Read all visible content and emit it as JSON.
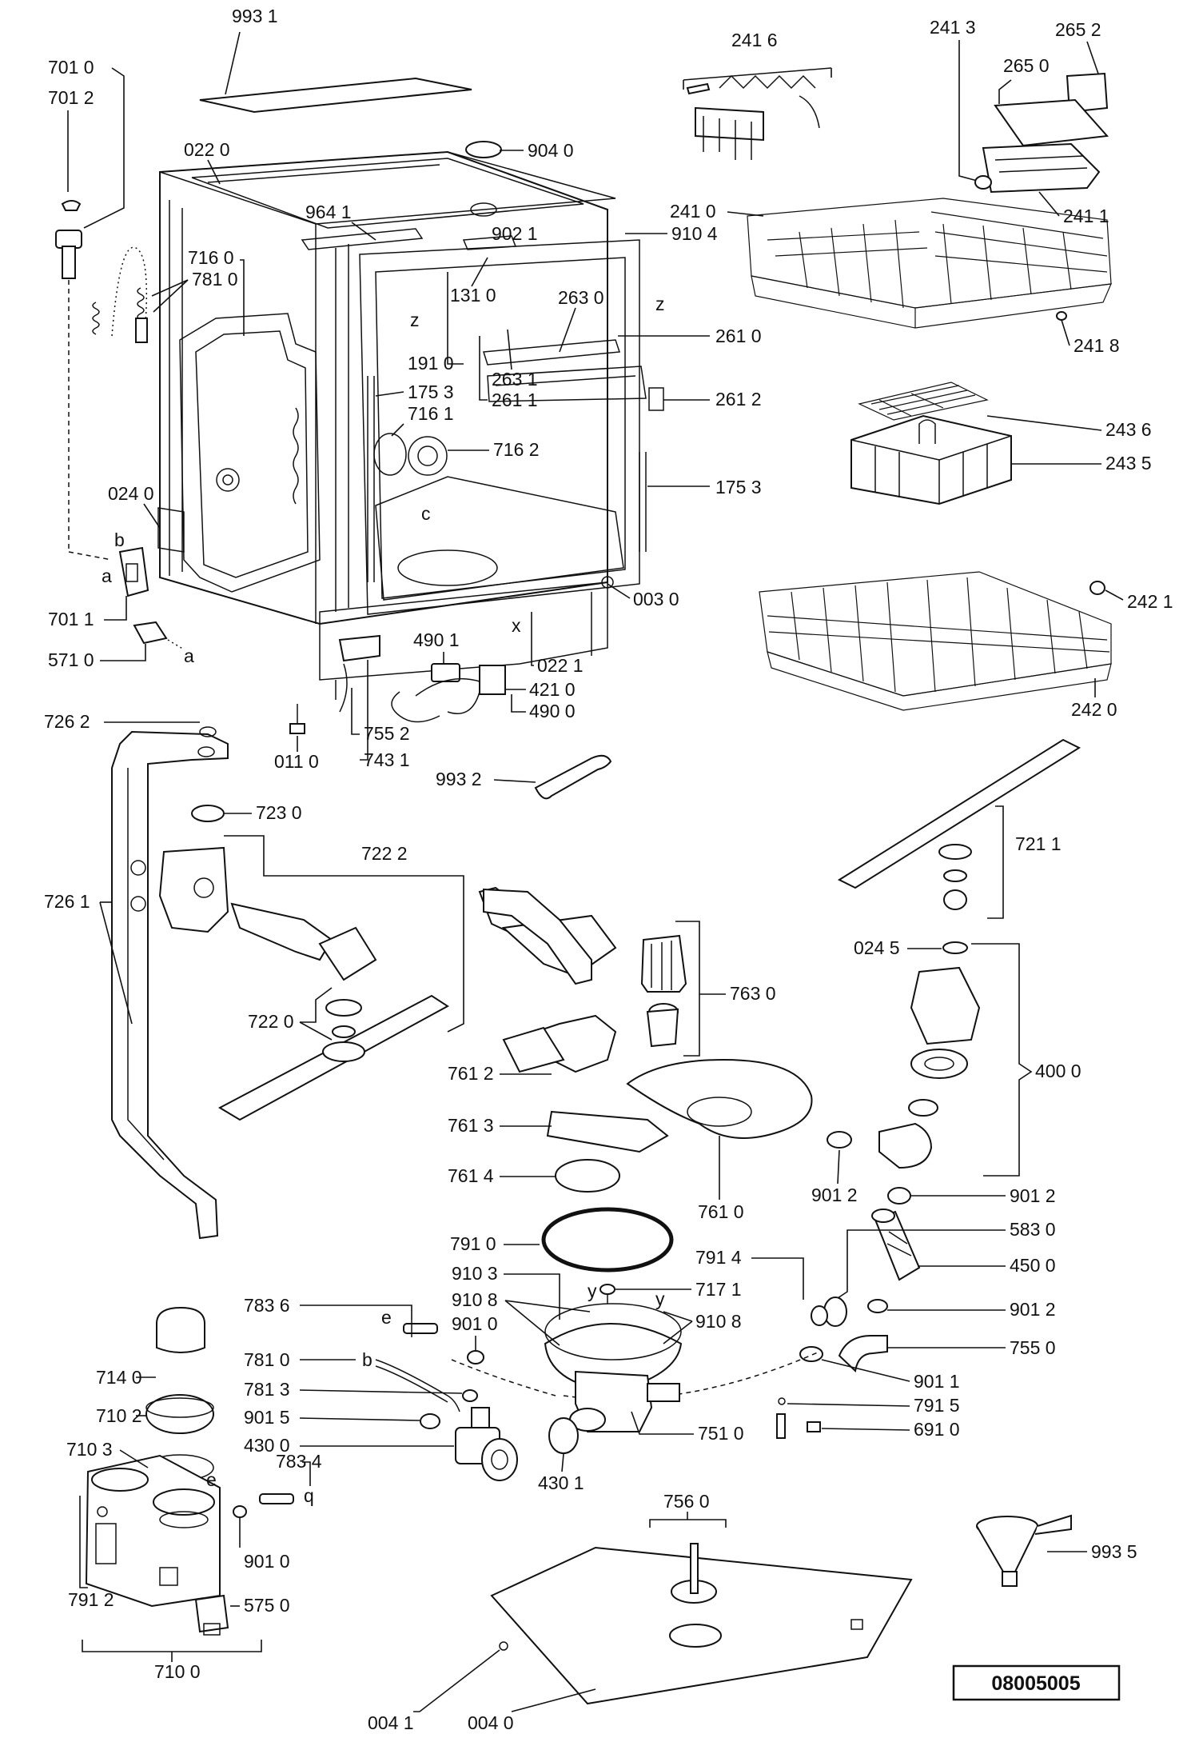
{
  "diagram_id": "08005005",
  "labels": {
    "l9931": "993 1",
    "l7010": "701 0",
    "l7012": "701 2",
    "l0220": "022 0",
    "l9040": "904 0",
    "l9641": "964 1",
    "l9021": "902 1",
    "l9104": "910 4",
    "l7160": "716 0",
    "l7810": "781 0",
    "l1310": "131 0",
    "l2630": "263 0",
    "l2610": "261 0",
    "l1910": "191 0",
    "l2631": "263 1",
    "l1753a": "175 3",
    "l2611": "261 1",
    "l2612": "261 2",
    "l7161": "716 1",
    "l7162": "716 2",
    "l1753b": "175 3",
    "l0240": "024 0",
    "l0030": "003 0",
    "l7011": "701 1",
    "l5710": "571 0",
    "l4901": "490 1",
    "l0221": "022 1",
    "l4210": "421 0",
    "l4900": "490 0",
    "l7262": "726 2",
    "l0110": "011 0",
    "l7552": "755 2",
    "l7431": "743 1",
    "l9932": "993 2",
    "l7230": "723 0",
    "l7222": "722 2",
    "l7261": "726 1",
    "l7220": "722 0",
    "l2416": "241 6",
    "l2413": "241 3",
    "l2652": "265 2",
    "l2650": "265 0",
    "l2410": "241 0",
    "l2411": "241 1",
    "l2418": "241 8",
    "l2436": "243 6",
    "l2435": "243 5",
    "l2421": "242 1",
    "l2420": "242 0",
    "l7211": "721 1",
    "l0245": "024 5",
    "l4000": "400 0",
    "l7630": "763 0",
    "l7612": "761 2",
    "l7613": "761 3",
    "l7614": "761 4",
    "l7610": "761 0",
    "l9012a": "901 2",
    "l9012b": "901 2",
    "l5830": "583 0",
    "l4500": "450 0",
    "l9012c": "901 2",
    "l7550": "755 0",
    "l9011": "901 1",
    "l7915": "791 5",
    "l6910": "691 0",
    "l7910": "791 0",
    "l9103": "910 3",
    "l7171": "717 1",
    "l9108a": "910 8",
    "l9108b": "910 8",
    "l7914": "791 4",
    "l7836": "783 6",
    "l9010a": "901 0",
    "l7140": "714 0",
    "l7810b": "781 0",
    "l7813": "781 3",
    "l7102": "710 2",
    "l9015": "901 5",
    "l4300": "430 0",
    "l7103": "710 3",
    "l7834": "783 4",
    "l4301": "430 1",
    "l7510": "751 0",
    "l9010b": "901 0",
    "l7912": "791 2",
    "l5750": "575 0",
    "l7100": "710 0",
    "l7560": "756 0",
    "l9935": "993 5",
    "l0041": "004 1",
    "l0040": "004 0"
  },
  "letters": {
    "a": "a",
    "b": "b",
    "c": "c",
    "e": "e",
    "q": "q",
    "x": "x",
    "y": "y",
    "z": "z"
  }
}
